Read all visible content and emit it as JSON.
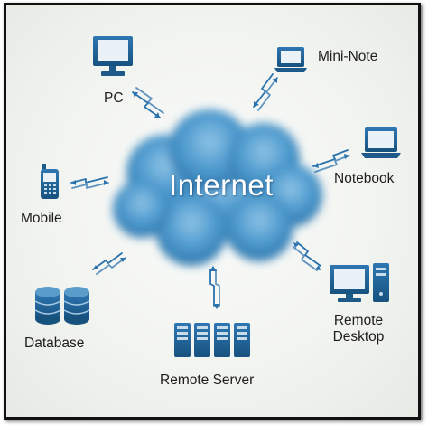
{
  "diagram": {
    "center_label": "Internet",
    "nodes": [
      {
        "id": "pc",
        "label": "PC",
        "icon": "desktop-monitor-icon"
      },
      {
        "id": "mini-note",
        "label": "Mini-Note",
        "icon": "mini-laptop-icon"
      },
      {
        "id": "notebook",
        "label": "Notebook",
        "icon": "laptop-icon"
      },
      {
        "id": "mobile",
        "label": "Mobile",
        "icon": "mobile-phone-icon"
      },
      {
        "id": "database",
        "label": "Database",
        "icon": "database-icon"
      },
      {
        "id": "remote-server",
        "label": "Remote Server",
        "icon": "server-rack-icon"
      },
      {
        "id": "remote-desktop",
        "label_line1": "Remote",
        "label_line2": "Desktop",
        "icon": "desktop-tower-icon"
      }
    ],
    "colors": {
      "icon_blue": "#1f5f96",
      "cloud_blue": "#4f9bcf",
      "arrow_blue": "#2a72ad",
      "frame": "#111111"
    }
  }
}
